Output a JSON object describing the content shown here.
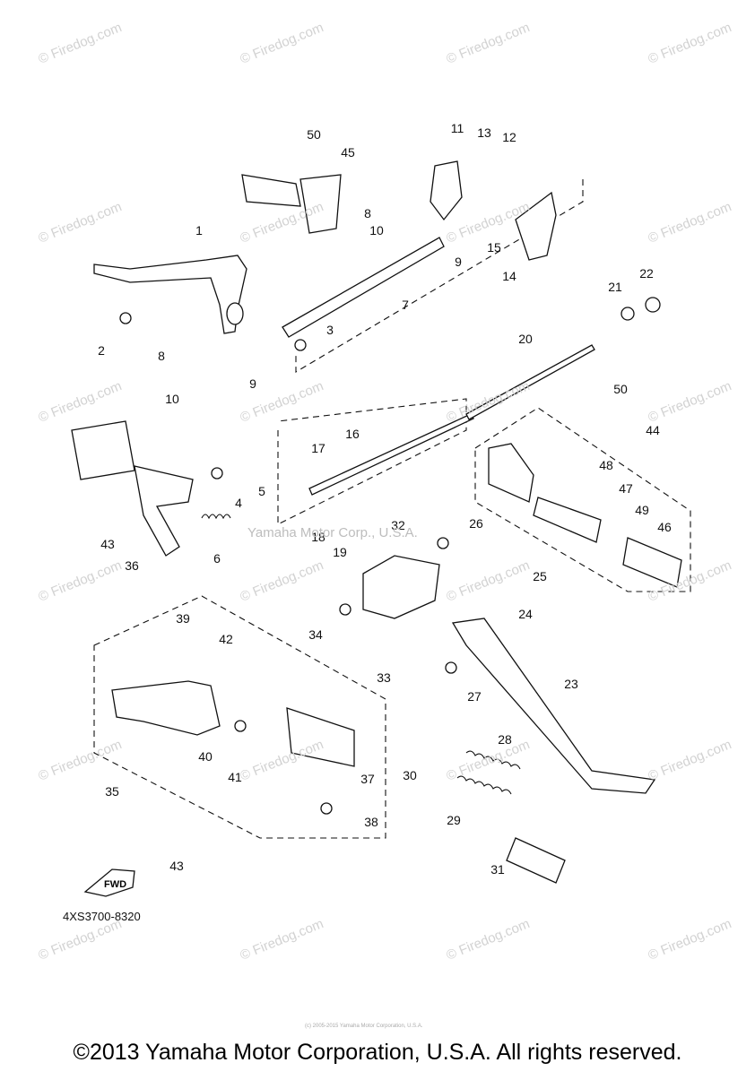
{
  "watermark": "© Firedog.com",
  "center_watermark": "Yamaha Motor Corp., U.S.A.",
  "fwd_label": "FWD",
  "part_code": "4XS3700-8320",
  "tiny_note": "(c) 2005-2015 Yamaha Motor Corporation, U.S.A.",
  "copyright": "©2013 Yamaha Motor Corporation, U.S.A. All rights reserved.",
  "labels": [
    "50",
    "45",
    "11",
    "13",
    "12",
    "8",
    "10",
    "9",
    "15",
    "14",
    "1",
    "7",
    "2",
    "8",
    "3",
    "9",
    "10",
    "21",
    "22",
    "20",
    "16",
    "17",
    "50",
    "44",
    "48",
    "47",
    "4",
    "5",
    "43",
    "36",
    "6",
    "18",
    "19",
    "32",
    "26",
    "49",
    "46",
    "25",
    "24",
    "39",
    "42",
    "34",
    "33",
    "27",
    "23",
    "28",
    "40",
    "41",
    "37",
    "30",
    "35",
    "29",
    "38",
    "31",
    "43"
  ]
}
